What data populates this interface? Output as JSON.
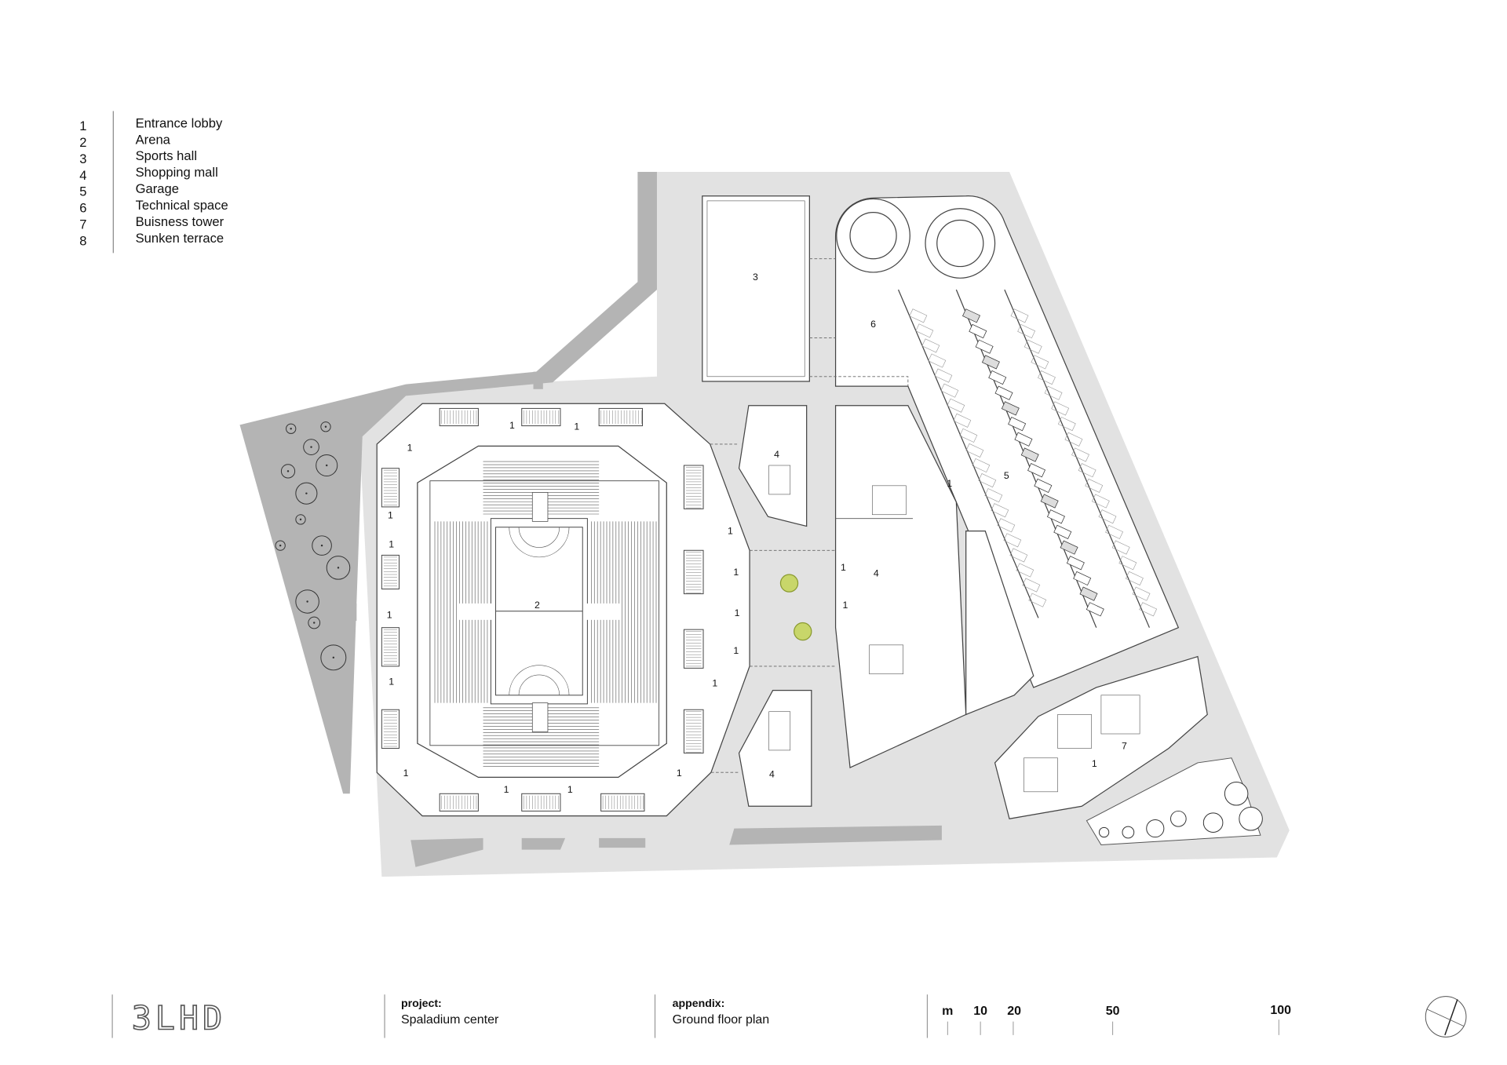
{
  "legend": {
    "items": [
      {
        "number": "1",
        "label": "Entrance lobby"
      },
      {
        "number": "2",
        "label": "Arena"
      },
      {
        "number": "3",
        "label": "Sports hall"
      },
      {
        "number": "4",
        "label": "Shopping mall"
      },
      {
        "number": "5",
        "label": "Garage"
      },
      {
        "number": "6",
        "label": "Technical space"
      },
      {
        "number": "7",
        "label": "Buisness tower"
      },
      {
        "number": "8",
        "label": "Sunken terrace"
      }
    ]
  },
  "plan": {
    "labels": [
      "1",
      "1",
      "1",
      "1",
      "1",
      "1",
      "1",
      "1",
      "1",
      "1",
      "1",
      "1",
      "1",
      "1",
      "1",
      "1",
      "1",
      "1",
      "1",
      "1",
      "2",
      "3",
      "4",
      "4",
      "4",
      "5",
      "6",
      "7"
    ]
  },
  "title_block": {
    "logo": "3LHD",
    "project_heading": "project:",
    "project_value": "Spaladium center",
    "appendix_heading": "appendix:",
    "appendix_value": "Ground floor plan",
    "scale": [
      "m",
      "10",
      "20",
      "50",
      "100"
    ]
  },
  "colors": {
    "ground": "#e2e2e2",
    "landscape": "#b4b4b4",
    "fountain": "#c8d66a"
  }
}
